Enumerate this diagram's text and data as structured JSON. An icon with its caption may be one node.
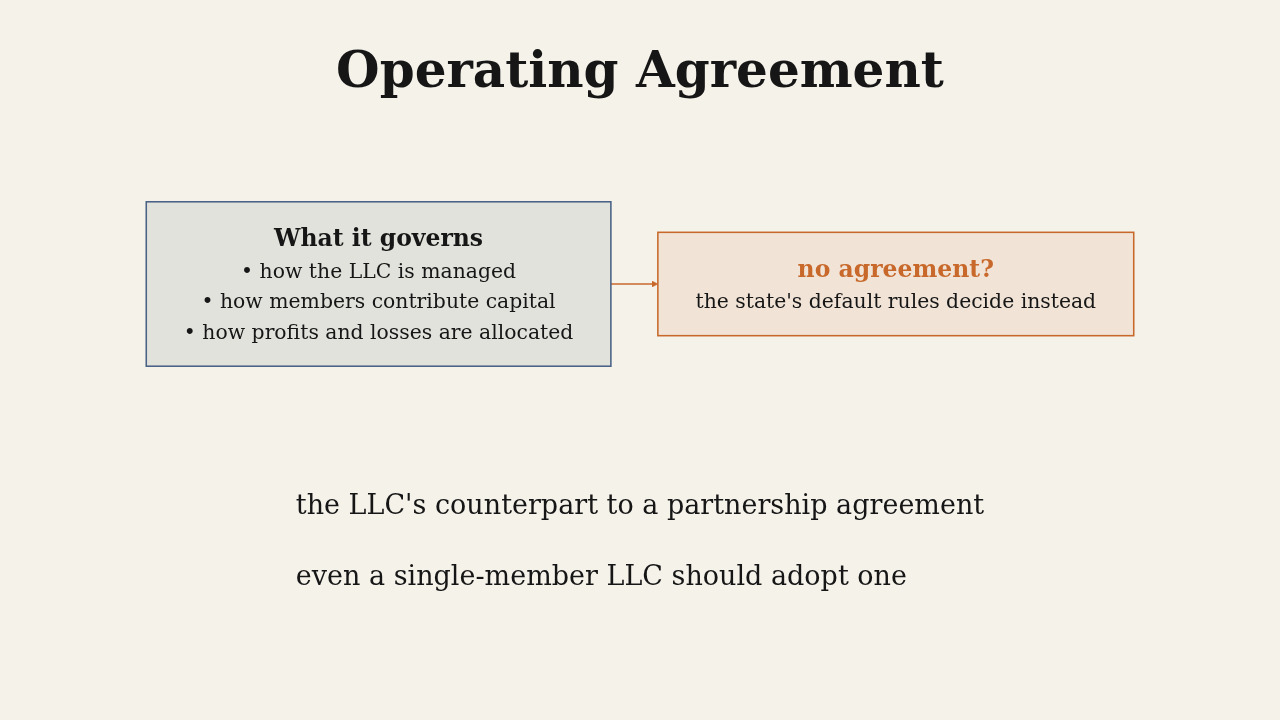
{
  "diagram": {
    "title": "Operating Agreement",
    "nodes": [
      {
        "text": [
          "What it governs",
          "• how the LLC is managed",
          "• how members contribute capital",
          "• how profits and losses are allocated"
        ]
      },
      {
        "text": [
          "no agreement?",
          "the state's default rules decide instead"
        ]
      }
    ],
    "edges": [
      {
        "from": 0,
        "to": 1,
        "arrow": "to",
        "color": "#c8692b"
      }
    ],
    "labels": [
      "the LLC's counterpart to a partnership agreement",
      "even a single-member LLC should adopt one"
    ]
  }
}
